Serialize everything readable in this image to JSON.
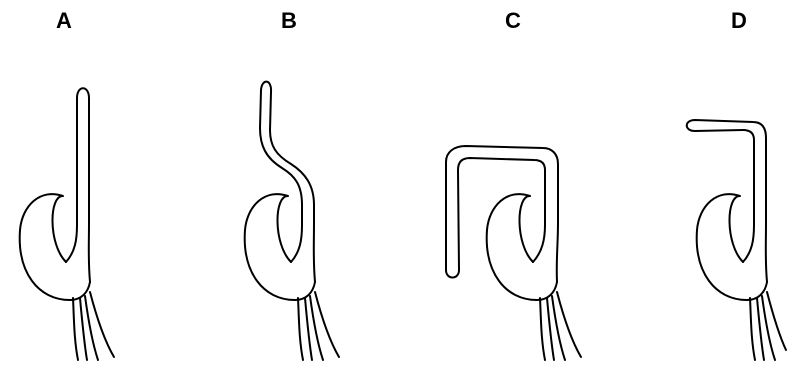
{
  "figure": {
    "panels": [
      {
        "label": "A",
        "shoot_shape": "straight-upright"
      },
      {
        "label": "B",
        "shoot_shape": "s-curve"
      },
      {
        "label": "C",
        "shoot_shape": "hooked-over"
      },
      {
        "label": "D",
        "shoot_shape": "bent-horizontal-tip"
      }
    ],
    "colors": {
      "background": "#ffffff",
      "line": "#000000"
    }
  }
}
